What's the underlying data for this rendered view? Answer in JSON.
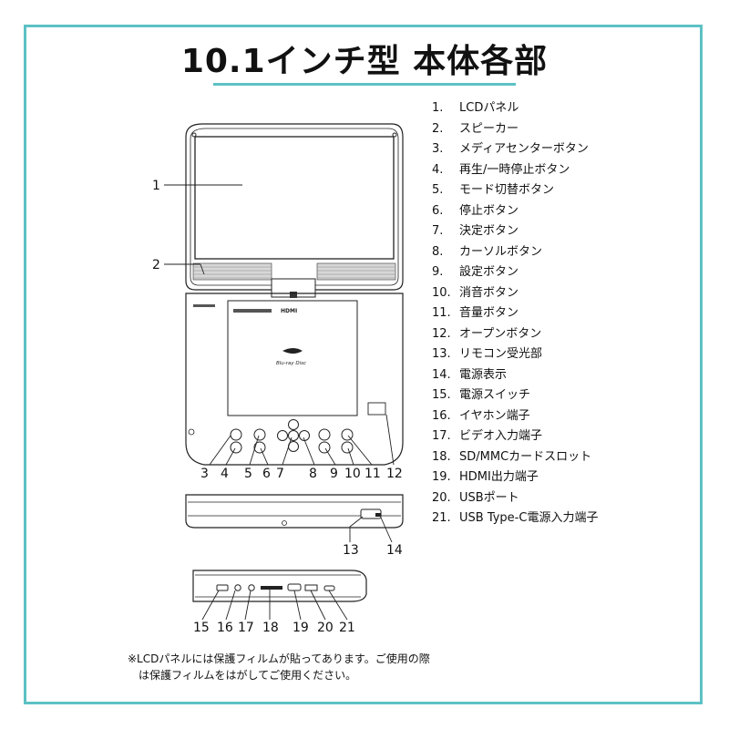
{
  "title": "10.1インチ型 本体各部",
  "parts": [
    {
      "num": "1.",
      "label": "LCDパネル"
    },
    {
      "num": "2.",
      "label": "スピーカー"
    },
    {
      "num": "3.",
      "label": "メディアセンターボタン"
    },
    {
      "num": "4.",
      "label": "再生/一時停止ボタン"
    },
    {
      "num": "5.",
      "label": "モード切替ボタン"
    },
    {
      "num": "6.",
      "label": "停止ボタン"
    },
    {
      "num": "7.",
      "label": "決定ボタン"
    },
    {
      "num": "8.",
      "label": "カーソルボタン"
    },
    {
      "num": "9.",
      "label": "設定ボタン"
    },
    {
      "num": "10.",
      "label": "消音ボタン"
    },
    {
      "num": "11.",
      "label": "音量ボタン"
    },
    {
      "num": "12.",
      "label": "オープンボタン"
    },
    {
      "num": "13.",
      "label": "リモコン受光部"
    },
    {
      "num": "14.",
      "label": "電源表示"
    },
    {
      "num": "15.",
      "label": "電源スイッチ"
    },
    {
      "num": "16.",
      "label": "イヤホン端子"
    },
    {
      "num": "17.",
      "label": "ビデオ入力端子"
    },
    {
      "num": "18.",
      "label": "SD/MMCカードスロット"
    },
    {
      "num": "19.",
      "label": "HDMI出力端子"
    },
    {
      "num": "20.",
      "label": "USBポート"
    },
    {
      "num": "21.",
      "label": "USB Type-C電源入力端子"
    }
  ],
  "callouts": {
    "c1": "1",
    "c2": "2",
    "c3": "3",
    "c4": "4",
    "c5": "5",
    "c6": "6",
    "c7": "7",
    "c8": "8",
    "c9": "9",
    "c10": "10",
    "c11": "11",
    "c12": "12",
    "c13": "13",
    "c14": "14",
    "c15": "15",
    "c16": "16",
    "c17": "17",
    "c18": "18",
    "c19": "19",
    "c20": "20",
    "c21": "21"
  },
  "device_text": {
    "hdmi_logo": "HDMI",
    "bluray_logo": "Blu-ray Disc"
  },
  "note": {
    "line1": "※LCDパネルには保護フィルムが貼ってあります。ご使用の際",
    "line2": "は保護フィルムをはがしてご使用ください。"
  },
  "colors": {
    "frame": "#5dc1c4",
    "line": "#222222"
  }
}
